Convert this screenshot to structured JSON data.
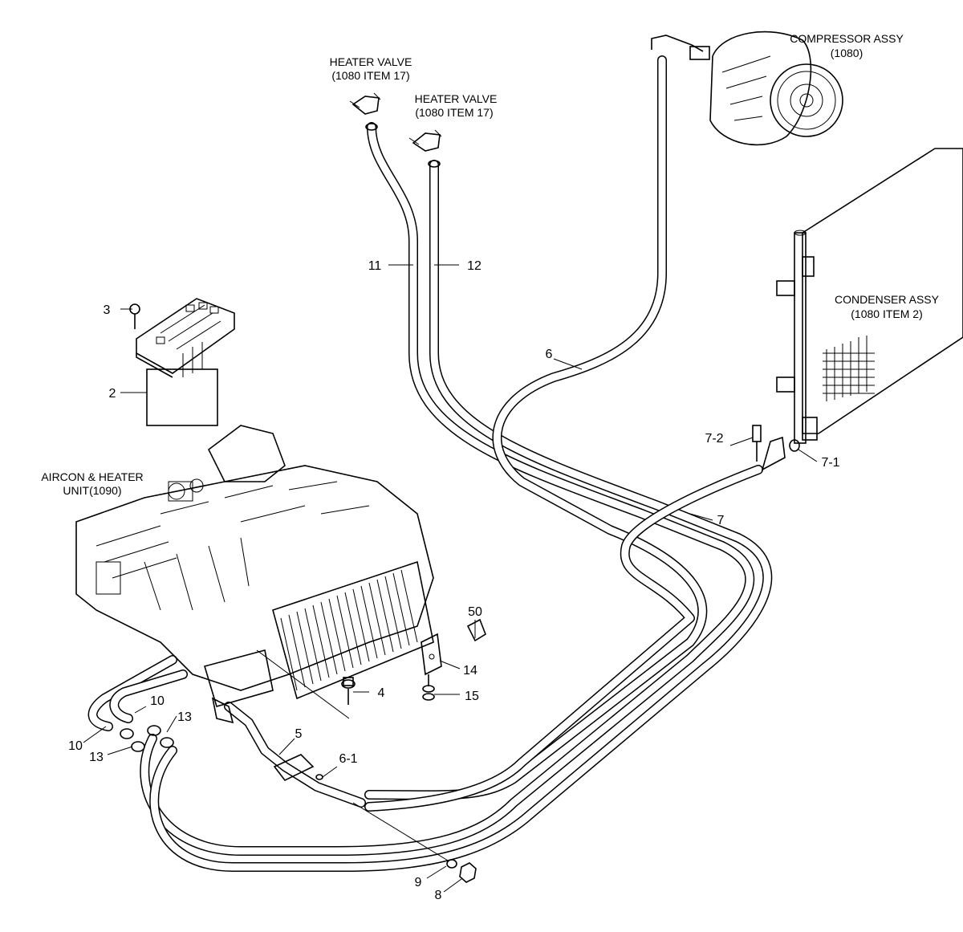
{
  "components": {
    "compressor": {
      "title": "COMPRESSOR ASSY",
      "ref": "(1080)"
    },
    "condenser": {
      "title": "CONDENSER ASSY",
      "ref": "(1080 ITEM 2)"
    },
    "heater_valve_1": {
      "title": "HEATER VALVE",
      "ref": "(1080 ITEM 17)"
    },
    "heater_valve_2": {
      "title": "HEATER VALVE",
      "ref": "(1080 ITEM 17)"
    },
    "aircon_unit": {
      "title": "AIRCON & HEATER",
      "ref": "UNIT(1090)"
    }
  },
  "callouts": {
    "p2": "2",
    "p3": "3",
    "p4": "4",
    "p5": "5",
    "p6": "6",
    "p6_1": "6-1",
    "p7": "7",
    "p7_1": "7-1",
    "p7_2": "7-2",
    "p8": "8",
    "p9": "9",
    "p10a": "10",
    "p10b": "10",
    "p11": "11",
    "p12": "12",
    "p13a": "13",
    "p13b": "13",
    "p14": "14",
    "p15": "15",
    "p50": "50"
  }
}
